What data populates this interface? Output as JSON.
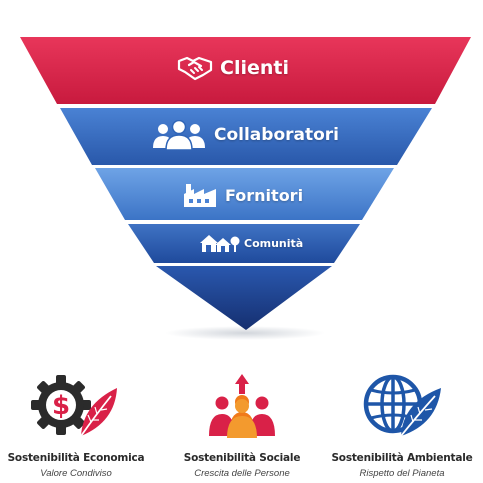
{
  "pyramid": {
    "tiers": [
      {
        "label": "Clienti",
        "icon": "handshake-icon",
        "color": "#d92148"
      },
      {
        "label": "Collaboratori",
        "icon": "people-group-icon",
        "color": "#2f65b8"
      },
      {
        "label": "Fornitori",
        "icon": "factory-icon",
        "color": "#3f7fd0"
      },
      {
        "label": "Comunità",
        "icon": "community-houses-icon",
        "color": "#2550a6"
      }
    ],
    "apex_color": "#1d3f8c"
  },
  "pillars": [
    {
      "title": "Sostenibilità Economica",
      "subtitle": "Valore Condiviso",
      "icon": "gear-dollar-leaf-icon",
      "color": "#d92148"
    },
    {
      "title": "Sostenibilità Sociale",
      "subtitle": "Crescita delle Persone",
      "icon": "people-growth-icon",
      "color": "#f07a1a"
    },
    {
      "title": "Sostenibilità Ambientale",
      "subtitle": "Rispetto del Pianeta",
      "icon": "globe-leaf-icon",
      "color": "#1e56a8"
    }
  ]
}
